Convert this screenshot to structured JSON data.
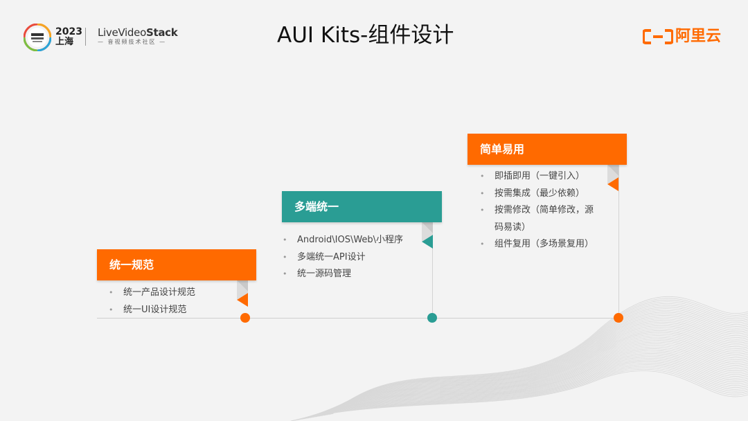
{
  "header": {
    "event_year": "2023",
    "event_city": "上海",
    "community_name_prefix": "LiveVideo",
    "community_name_suffix": "Stack",
    "community_subtitle": "— 音视频技术社区 —",
    "title": "AUI Kits-组件设计",
    "brand_text": "阿里云"
  },
  "colors": {
    "accent_orange": "#ff6a00",
    "accent_teal": "#2a9d94"
  },
  "steps": [
    {
      "title": "统一规范",
      "color": "orange",
      "points": [
        "统一产品设计规范",
        "统一UI设计规范"
      ]
    },
    {
      "title": "多端统一",
      "color": "teal",
      "points": [
        "Android\\IOS\\Web\\小程序",
        "多端统一API设计",
        "统一源码管理"
      ]
    },
    {
      "title": "简单易用",
      "color": "orange",
      "points": [
        "即插即用（一键引入）",
        "按需集成（最少依赖）",
        "按需修改（简单修改，源",
        "码易读）",
        "组件复用（多场景复用）"
      ]
    }
  ]
}
